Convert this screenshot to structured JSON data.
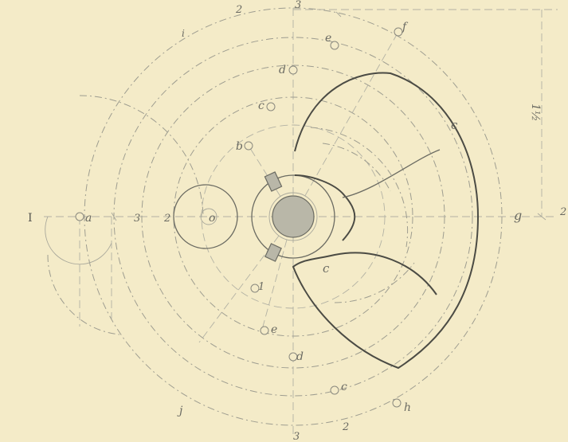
{
  "figure": {
    "roman_numeral": "I",
    "point_labels": {
      "a": "a",
      "b": "b",
      "c": "c",
      "d": "d",
      "e": "e",
      "f": "f",
      "g": "g",
      "h": "h",
      "i": "i",
      "j": "j",
      "o": "o"
    },
    "curve_labels": {
      "c_upper": "c",
      "c_lower": "c"
    },
    "circle_numbers": {
      "n1": "1",
      "n2": "2",
      "n3": "3"
    },
    "dimension_label": "1½",
    "line_color": "#4b4b44",
    "paper_color": "#f4ebc8"
  }
}
